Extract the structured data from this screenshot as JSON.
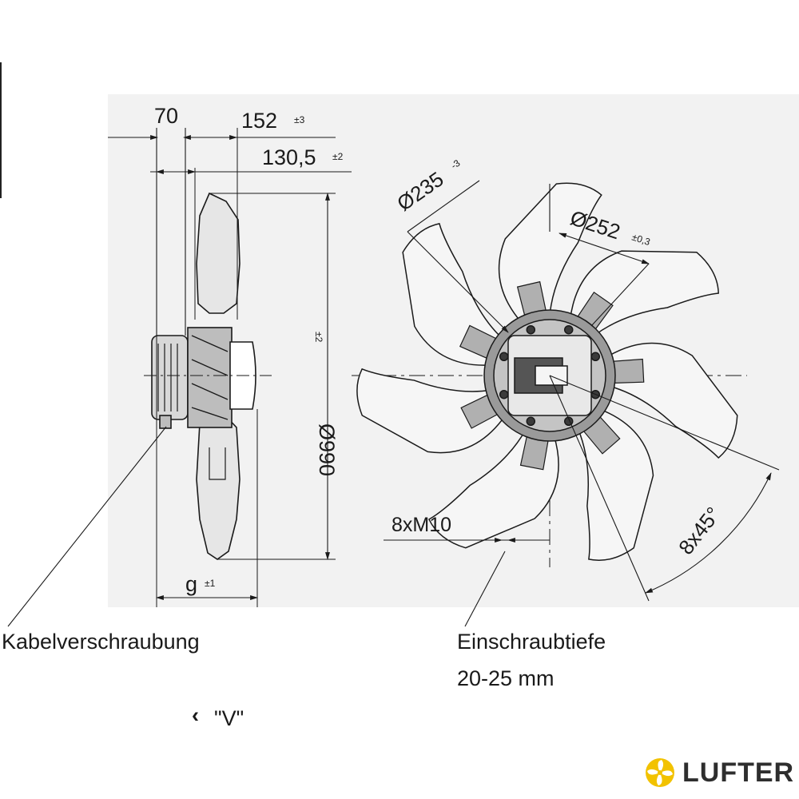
{
  "dimensions": {
    "width_70": "70",
    "width_152": "152",
    "tol_152": "±3",
    "width_130_5": "130,5",
    "tol_130_5": "±2",
    "diameter_990": "Ø990",
    "tol_990": "±2",
    "g": "g",
    "tol_g": "±1",
    "diameter_235": "Ø235",
    "tol_235": "-3",
    "diameter_252": "Ø252",
    "tol_252": "±0,3",
    "thread": "8xM10",
    "angle": "8x45°"
  },
  "labels": {
    "cable_gland": "Kabelverschraubung",
    "screw_depth_line1": "Einschraubtiefe",
    "screw_depth_line2": "20-25 mm",
    "view": "\"V\"",
    "view_arrow": "‹"
  },
  "logo": {
    "text": "LUFTER",
    "icon": "fan-logo-icon",
    "color": "#f2c200"
  }
}
